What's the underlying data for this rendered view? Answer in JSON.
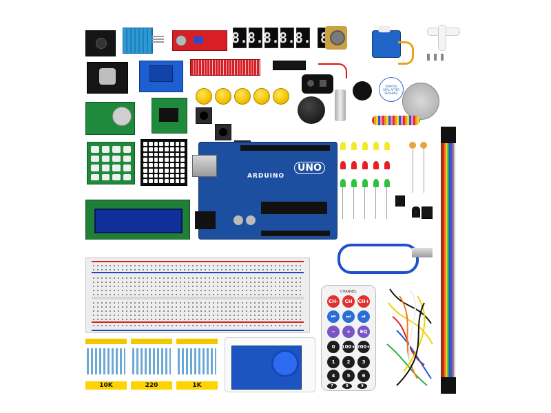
{
  "seven_segment": {
    "digits": [
      "8.",
      "8.",
      "8.",
      "8.",
      "8.",
      "8"
    ]
  },
  "arduino": {
    "brand": "ARDUINO",
    "model": "UNO"
  },
  "resistor_packs": [
    {
      "label": "10K"
    },
    {
      "label": "220"
    },
    {
      "label": "1K"
    }
  ],
  "remote": {
    "header": "CHANNEL",
    "buttons": [
      "CH-",
      "CH",
      "CH+",
      "⏮",
      "⏭",
      "⏯",
      "−",
      "+",
      "EQ",
      "0",
      "100+",
      "200+",
      "1",
      "2",
      "3",
      "4",
      "5",
      "6",
      "7",
      "8",
      "9"
    ]
  },
  "buzzer": {
    "sticker": "REMOVE SEAL AFTER WASHING"
  },
  "colors": {
    "pcb_blue": "#1d4fa0",
    "pcb_red": "#d81f26",
    "pcb_green": "#1f8a3c",
    "button_yellow": "#f2c300",
    "lcd_blue": "#0f2f9a",
    "label_yellow": "#ffd300"
  }
}
